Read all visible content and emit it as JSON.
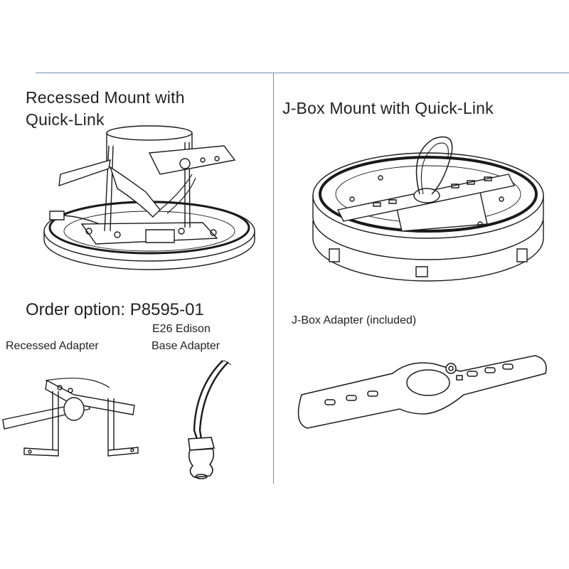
{
  "left_panel": {
    "title_line1": "Recessed Mount with",
    "title_line2": "Quick-Link",
    "order_option": "Order option: P8595-01",
    "recessed_adapter_label": "Recessed Adapter",
    "edison_label_line1": "E26 Edison",
    "edison_label_line2": "Base Adapter"
  },
  "right_panel": {
    "title": "J-Box Mount with Quick-Link",
    "jbox_adapter_label": "J-Box Adapter (included)"
  },
  "colors": {
    "divider": "#6f8fb0",
    "line_art": "#1a1a1a"
  }
}
